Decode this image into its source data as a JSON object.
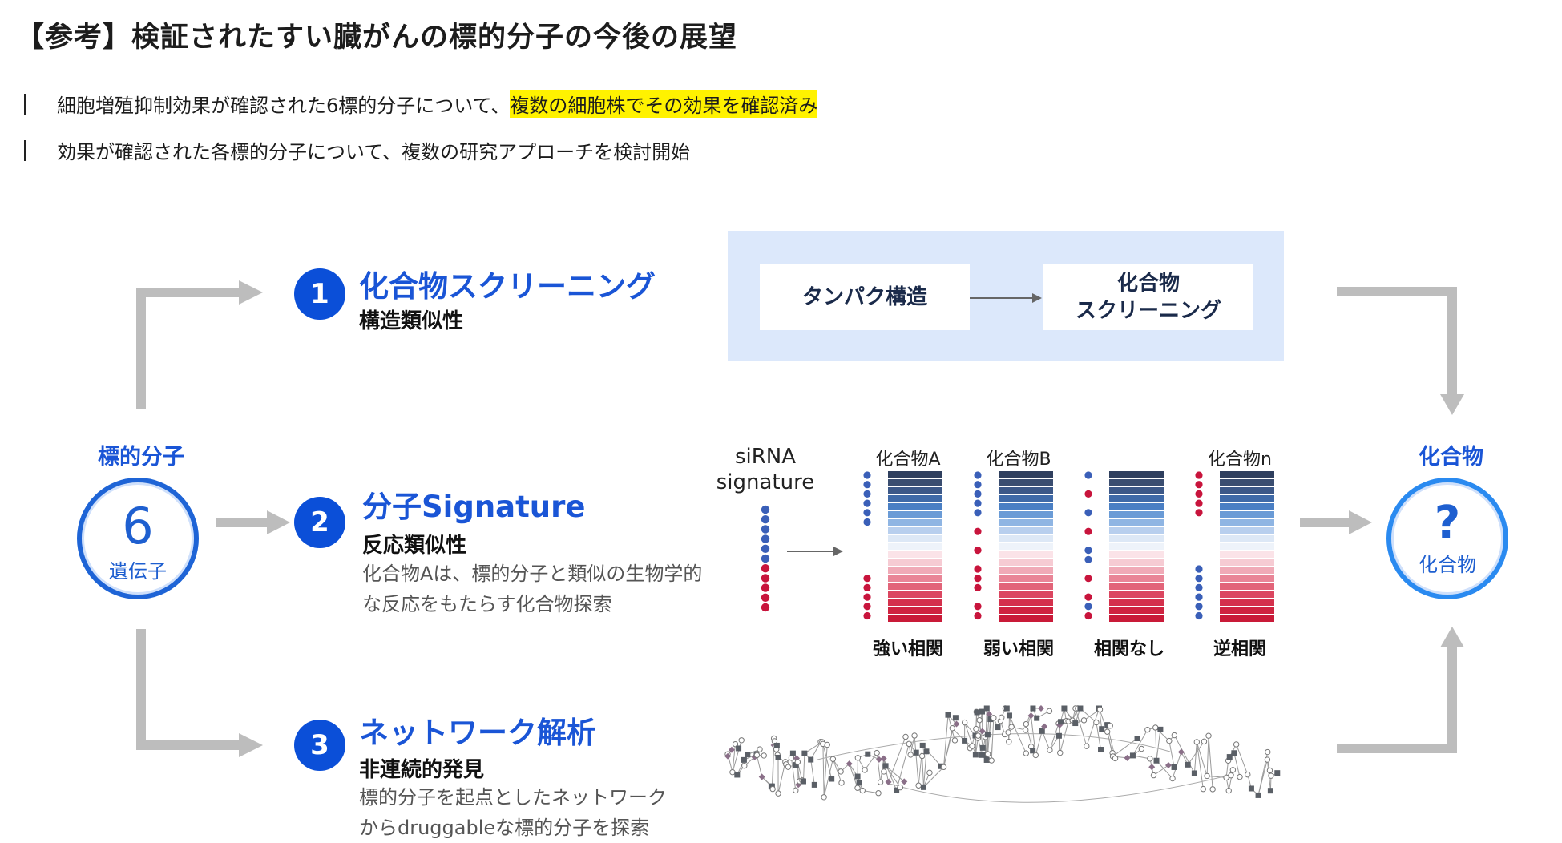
{
  "title": "【参考】検証されたすい臓がんの標的分子の今後の展望",
  "bullets": [
    {
      "text": "細胞増殖抑制効果が確認された6標的分子について、",
      "highlight": "複数の細胞株でその効果を確認済み"
    },
    {
      "text": "効果が確認された各標的分子について、複数の研究アプローチを検討開始",
      "highlight": ""
    }
  ],
  "left_node": {
    "label": "標的分子",
    "number": "6",
    "sub": "遺伝子"
  },
  "right_node": {
    "label": "化合物",
    "symbol": "?",
    "sub": "化合物"
  },
  "steps": [
    {
      "num": "1",
      "title": "化合物スクリーニング",
      "subtitle": "構造類似性",
      "desc1": "",
      "desc2": ""
    },
    {
      "num": "2",
      "title": "分子Signature",
      "subtitle": "反応類似性",
      "desc1": "化合物Aは、標的分子と類似の生物学的",
      "desc2": "な反応をもたらす化合物探索"
    },
    {
      "num": "3",
      "title": "ネットワーク解析",
      "subtitle": "非連続的発見",
      "desc1": "標的分子を起点としたネットワーク",
      "desc2": "からdruggableな標的分子を探索"
    }
  ],
  "screening_panel": {
    "box1": "タンパク構造",
    "box2_line1": "化合物",
    "box2_line2": "スクリーニング"
  },
  "signature": {
    "sirna_line1": "siRNA",
    "sirna_line2": "signature",
    "compounds": [
      "化合物A",
      "化合物B",
      "",
      "化合物n"
    ],
    "correlations": [
      "強い相関",
      "弱い相関",
      "相関なし",
      "逆相関"
    ]
  },
  "colors": {
    "accent": "#1a55d6",
    "badge": "#0b4fd8",
    "panel": "#dce8fb",
    "arrow": "#bdbdbd",
    "highlight": "#fff200",
    "dot_blue": "#3a5fb8",
    "dot_red": "#c8143c"
  }
}
